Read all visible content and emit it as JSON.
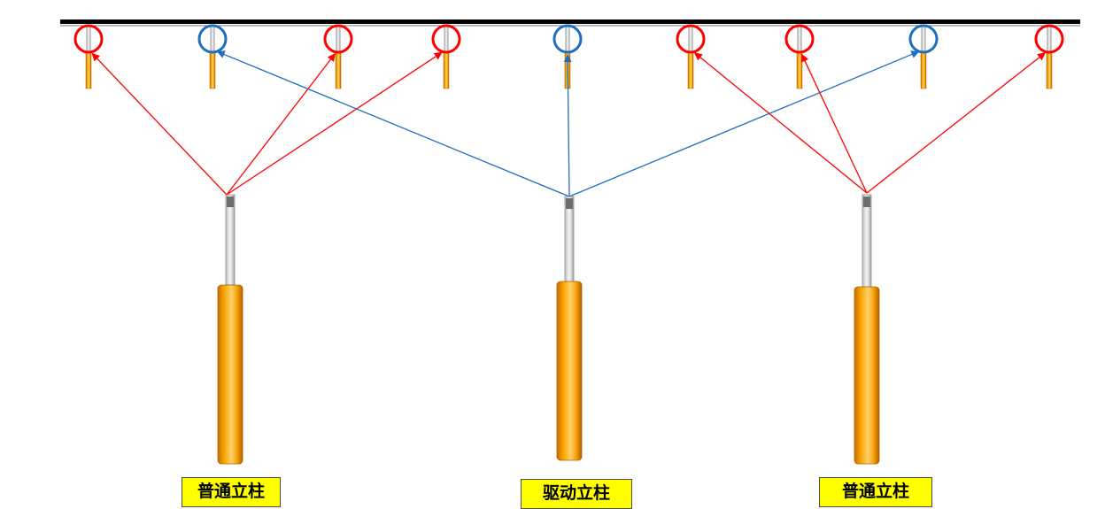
{
  "labels": {
    "left_column": "普通立柱",
    "center_column": "驱动立柱",
    "right_column": "普通立柱"
  },
  "colors": {
    "ordinary_link": "#ff0000",
    "drive_link": "#1f6fbf",
    "column_fill": "#f5a100",
    "label_background": "#ffff00",
    "top_beam": "#000000"
  },
  "top_posts": [
    {
      "type": "ordinary"
    },
    {
      "type": "drive"
    },
    {
      "type": "ordinary"
    },
    {
      "type": "ordinary"
    },
    {
      "type": "drive"
    },
    {
      "type": "ordinary"
    },
    {
      "type": "ordinary"
    },
    {
      "type": "drive"
    },
    {
      "type": "ordinary"
    }
  ],
  "connections": [
    {
      "from": "left",
      "to": 0
    },
    {
      "from": "left",
      "to": 2
    },
    {
      "from": "left",
      "to": 3
    },
    {
      "from": "center",
      "to": 1
    },
    {
      "from": "center",
      "to": 4
    },
    {
      "from": "center",
      "to": 7
    },
    {
      "from": "right",
      "to": 5
    },
    {
      "from": "right",
      "to": 6
    },
    {
      "from": "right",
      "to": 8
    }
  ]
}
